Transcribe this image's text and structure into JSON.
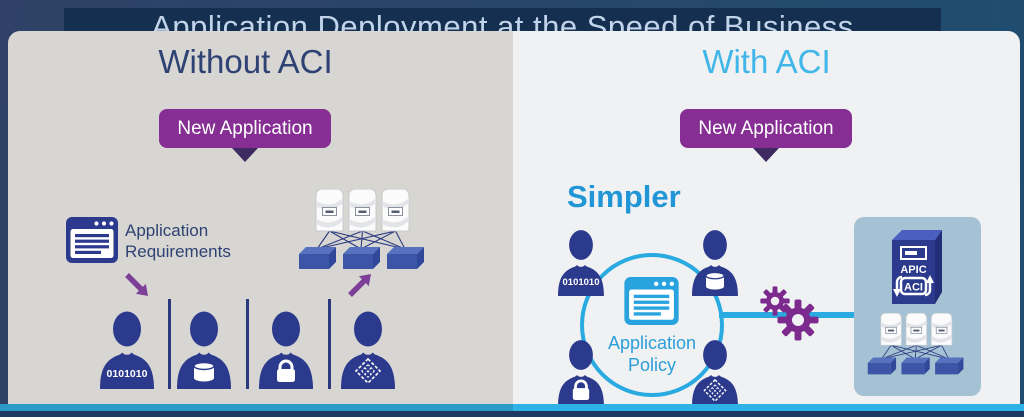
{
  "title": "Application Deployment at the Speed of Business",
  "left_panel": {
    "heading": "Without ACI",
    "new_application_label": "New Application",
    "app_requirements": {
      "line1": "Application",
      "line2": "Requirements"
    },
    "people": [
      {
        "badge": "0101010",
        "icon": "binary-badge"
      },
      {
        "icon": "database-icon"
      },
      {
        "icon": "lock-icon"
      },
      {
        "icon": "chip-icon"
      }
    ]
  },
  "right_panel": {
    "heading": "With ACI",
    "new_application_label": "New Application",
    "simpler_label": "Simpler",
    "policy_circle": {
      "line1": "Application",
      "line2": "Policy"
    },
    "people": [
      {
        "badge": "0101010",
        "icon": "binary-badge"
      },
      {
        "icon": "database-icon"
      },
      {
        "icon": "lock-icon"
      },
      {
        "icon": "chip-icon"
      }
    ],
    "apic_box": {
      "apic_label": "APIC",
      "aci_label": "ACI"
    }
  },
  "colors": {
    "accent_cyan": "#29abe2",
    "person_navy": "#2b3a8c",
    "button_purple": "#862e93",
    "pointer_dark_purple": "#3d2a61",
    "gear_purple": "#7c2a8d",
    "arrow_purple": "#7d3f98",
    "title_bar_bg": "#152f50",
    "title_text": "#c2d4ea",
    "left_panel_bg": "#d7d6d3",
    "right_panel_bg": "#eff1f2",
    "apic_box_bg": "#a5c2d4",
    "left_heading_color": "#2f4274",
    "right_heading_color": "#41b6e8"
  }
}
